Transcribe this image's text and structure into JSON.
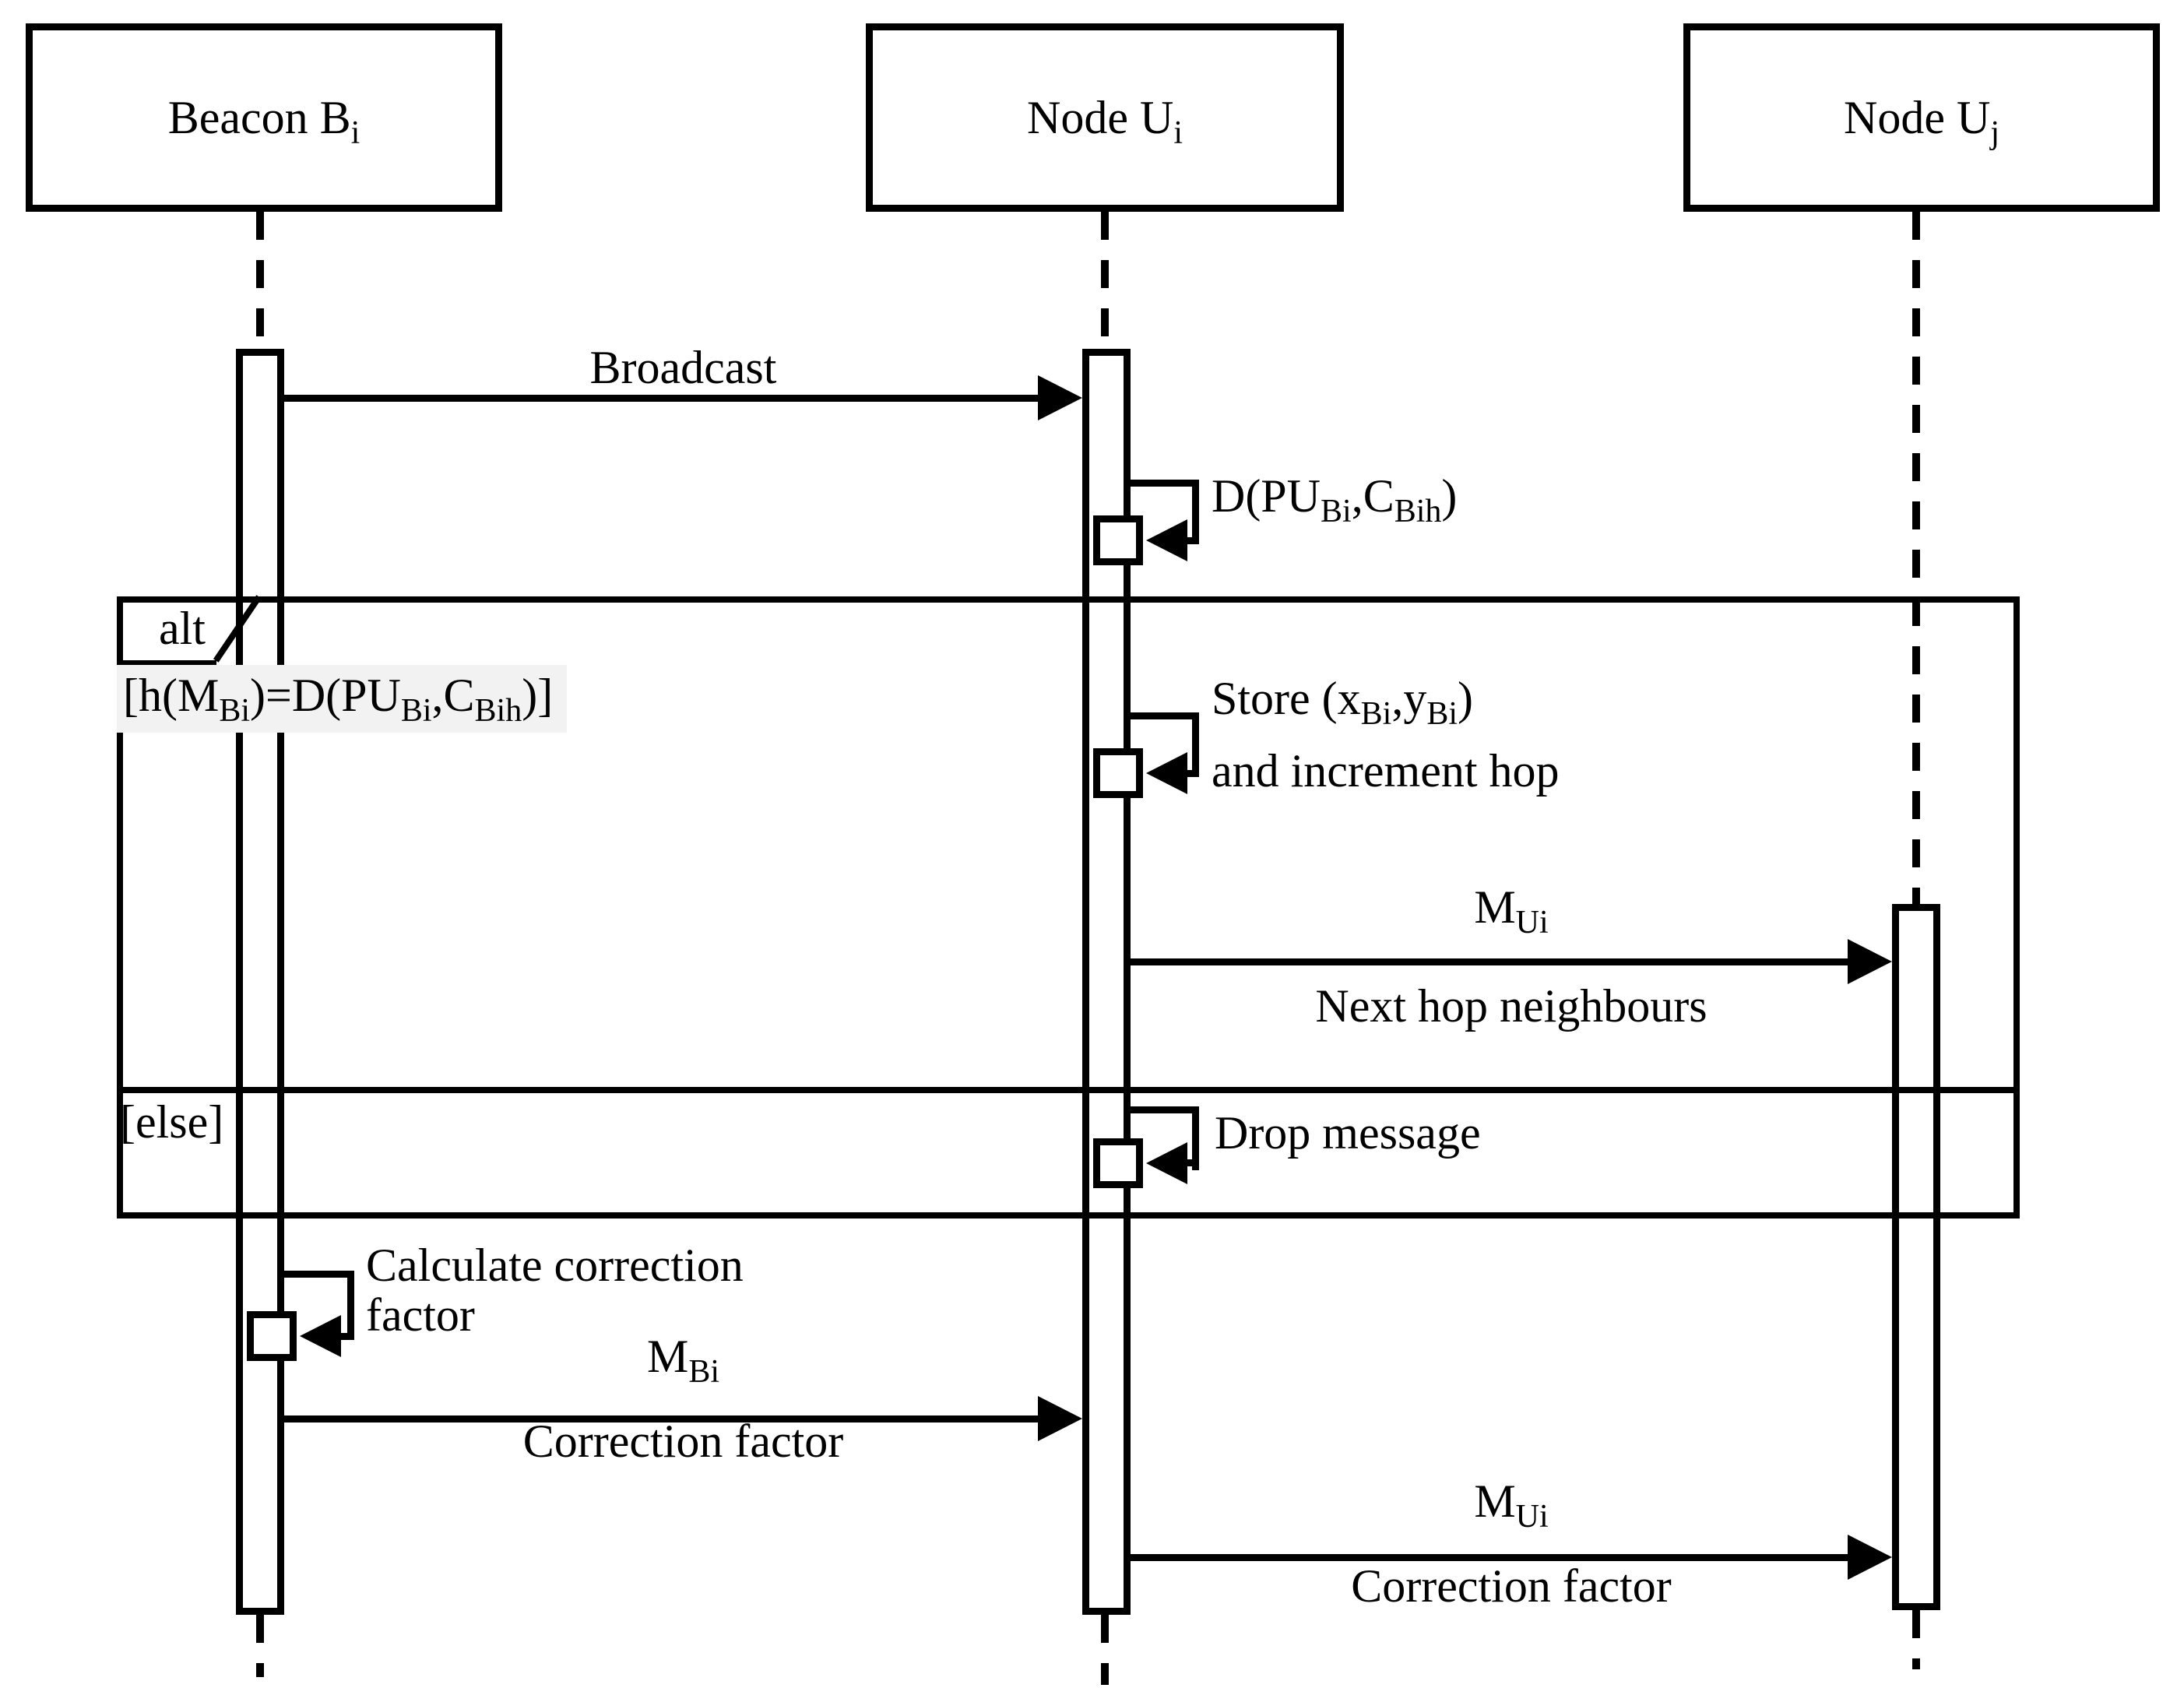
{
  "diagram": {
    "actors": [
      {
        "label_main": "Beacon B",
        "label_sub": "i"
      },
      {
        "label_main": "Node U",
        "label_sub": "i"
      },
      {
        "label_main": "Node U",
        "label_sub": "j"
      }
    ],
    "fragment": {
      "operator": "alt",
      "guard1": {
        "p1": "[h(M",
        "s1": "Bi",
        "p2": ")=D(PU",
        "s2": "Bi",
        "p3": ",C",
        "s3": "Bih",
        "p4": ")]"
      },
      "guard2": "[else]"
    },
    "messages": {
      "broadcast": "Broadcast",
      "decrypt": {
        "p1": "D(PU",
        "s1": "Bi",
        "p2": ",C",
        "s2": "Bih",
        "p3": ")"
      },
      "store_line1": {
        "p1": "Store (x",
        "s1": "Bi",
        "p2": ",y",
        "s2": "Bi",
        "p3": ")"
      },
      "store_line2": "and increment hop",
      "mui": {
        "p1": "M",
        "s1": "Ui"
      },
      "next_hop": "Next hop neighbours",
      "drop": "Drop message",
      "calc_line1": "Calculate correction",
      "calc_line2": "factor",
      "mbi": {
        "p1": "M",
        "s1": "Bi"
      },
      "correction1": "Correction factor",
      "mui2": {
        "p1": "M",
        "s1": "Ui"
      },
      "correction2": "Correction factor"
    },
    "colors": {
      "ink": "#000000",
      "paper": "#ffffff",
      "guard_highlight": "#f2f2f2"
    }
  }
}
